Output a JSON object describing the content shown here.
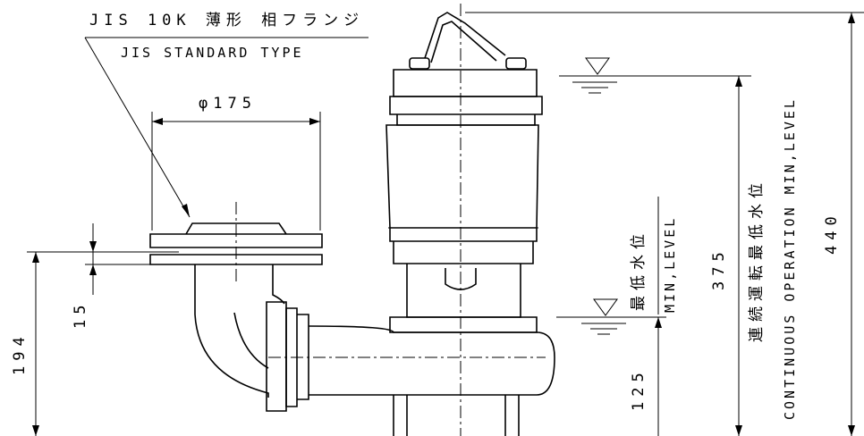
{
  "callouts": {
    "flange_jp": "JIS 10K 薄形 相フランジ",
    "flange_en": "JIS STANDARD TYPE"
  },
  "dimensions": {
    "diameter": "φ175",
    "flange_thickness": "15",
    "outlet_height": "194",
    "min_level_height": "125",
    "continuous_height": "375",
    "overall_height": "440"
  },
  "levels": {
    "min_jp": "最低水位",
    "min_en": "MIN,LEVEL",
    "continuous_jp": "連続運転最低水位",
    "continuous_en": "CONTINUOUS OPERATION MIN,LEVEL"
  }
}
